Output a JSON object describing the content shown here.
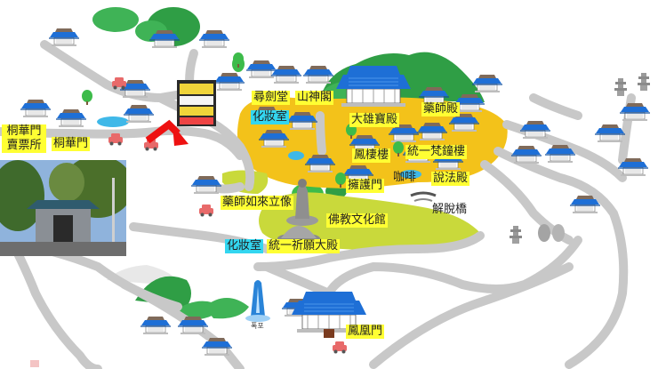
{
  "labels": {
    "tonghwamun_ticket": "桐華門\n賣票所",
    "tonghwamun": "桐華門",
    "simgeomdang": "尋劍堂",
    "sansingak": "山神閣",
    "hwajangsil_top": "化妝室",
    "daeungjeon": "大雄寶殿",
    "yaksajeon": "藥師殿",
    "bongseoru": "鳳棲樓",
    "tongil_beomjongru": "統一梵鐘樓",
    "coffee": "咖啡",
    "ongho": "擁護門",
    "seolbeopjeon": "說法殿",
    "haetalgyo": "解脫橋",
    "yaksa_statue": "藥師如來立像",
    "museum": "佛教文化館",
    "hwajangsil_bottom": "化妝室",
    "tongil_daejeon": "統一祈願大殿",
    "bonghwangmun": "鳳凰門",
    "waterfall": "폭포"
  },
  "colors": {
    "yellow_label": "#ffff33",
    "cyan_label": "#33d6f0",
    "red_arrow": "#ee1111",
    "temple_area": "#f3c21a",
    "lawn": "#c9d93b",
    "mountain": "#2f9e45",
    "road": "#c8c8c8",
    "roof": "#1e6fd6",
    "pond": "#3fb8e8"
  },
  "icons": [
    "red-arrow-icon",
    "car-icon",
    "pagoda-icon",
    "waterfall-icon",
    "pavilion-icon"
  ]
}
